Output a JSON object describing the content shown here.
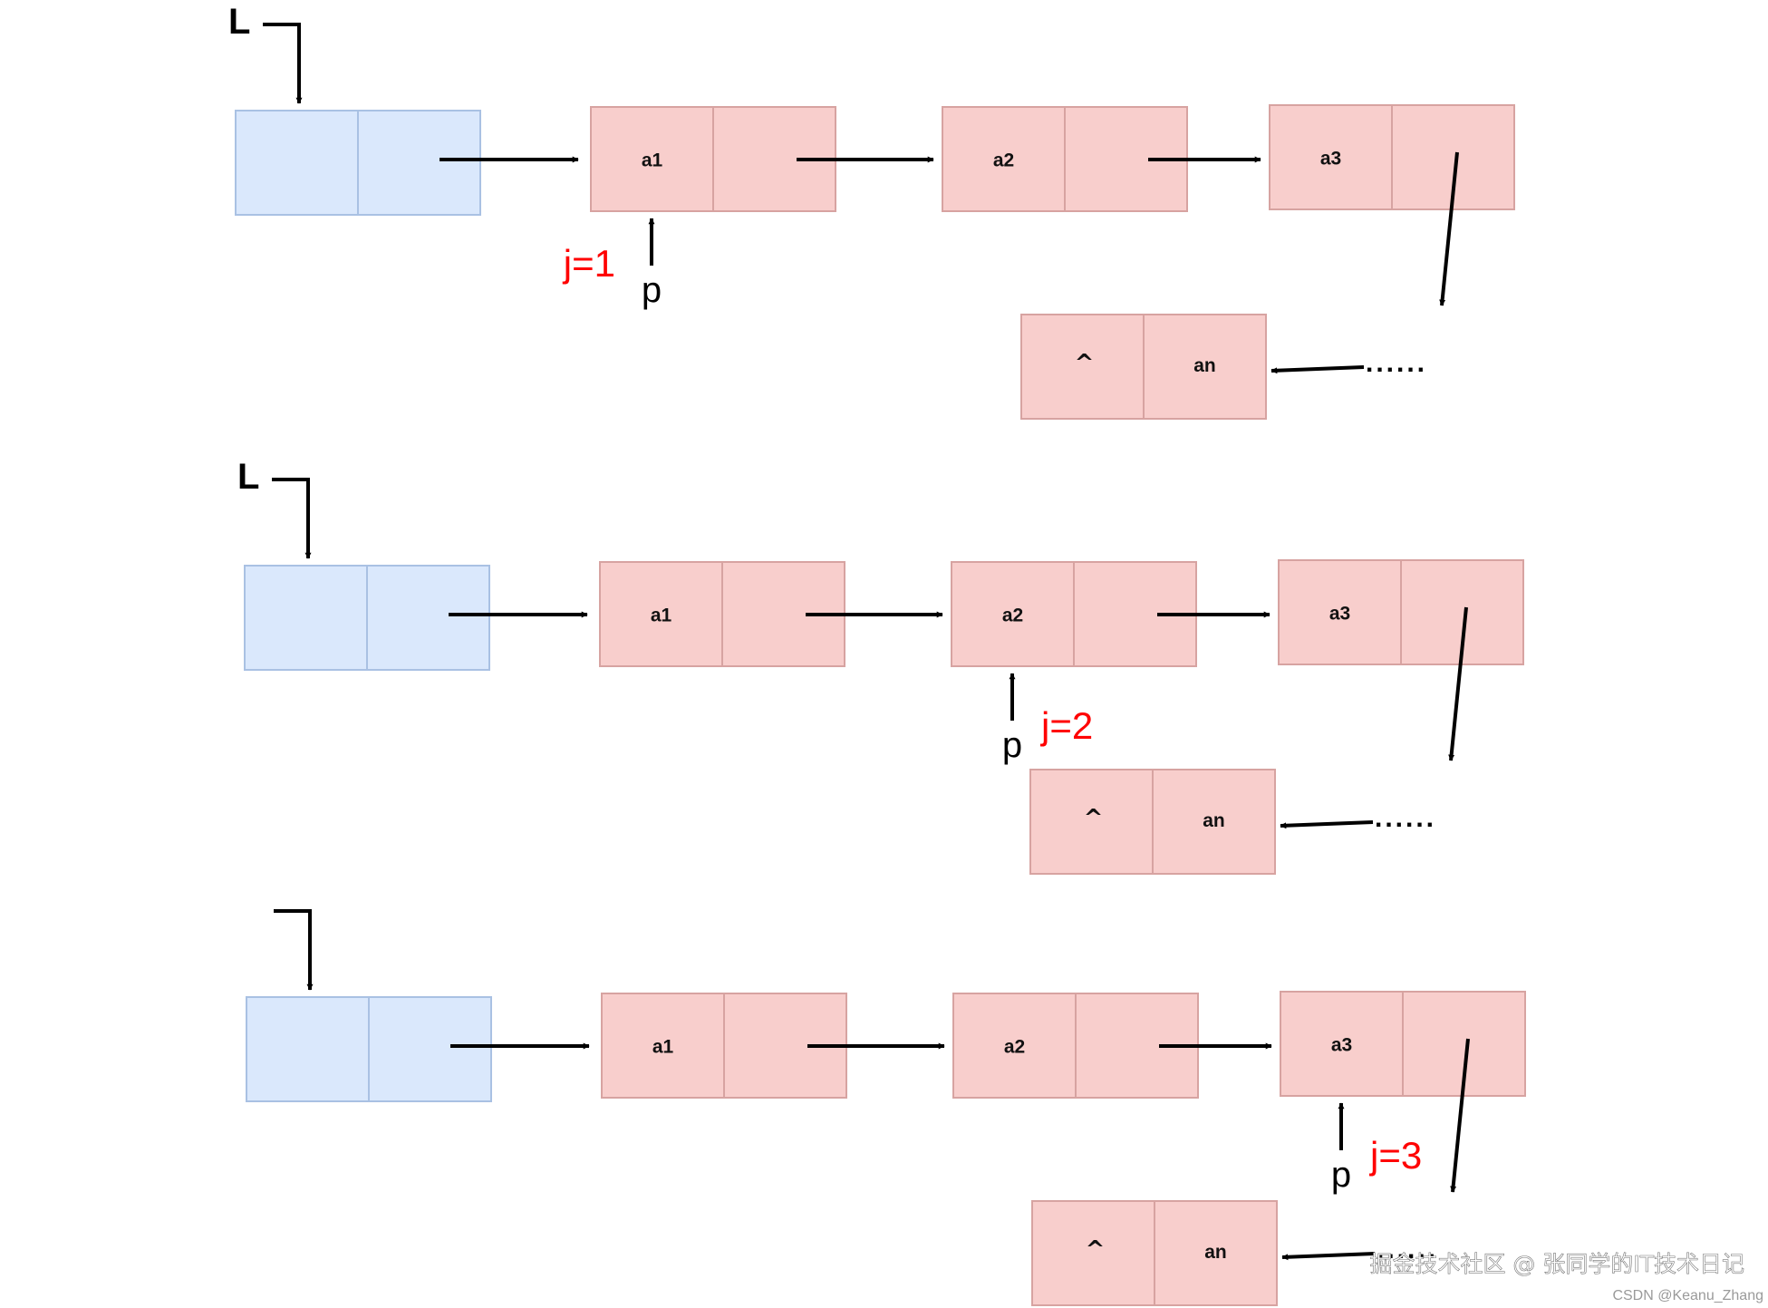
{
  "colors": {
    "head_fill": "#dae8fc",
    "head_stroke": "#a9c1e3",
    "node_fill": "#f8cecc",
    "node_stroke": "#d7a3a1",
    "arrow": "#000000",
    "accent_red": "#ff0000"
  },
  "panels": [
    {
      "head_label": "L",
      "nodes": [
        "a1",
        "a2",
        "a3"
      ],
      "tail_null": "^",
      "tail_data": "an",
      "dots": "......",
      "pointer_label": "p",
      "counter_label": "j=1",
      "pointer_at": 1
    },
    {
      "head_label": "L",
      "nodes": [
        "a1",
        "a2",
        "a3"
      ],
      "tail_null": "^",
      "tail_data": "an",
      "dots": "......",
      "pointer_label": "p",
      "counter_label": "j=2",
      "pointer_at": 2
    },
    {
      "head_label": "",
      "nodes": [
        "a1",
        "a2",
        "a3"
      ],
      "tail_null": "^",
      "tail_data": "an",
      "dots": "......",
      "pointer_label": "p",
      "counter_label": "j=3",
      "pointer_at": 3
    }
  ],
  "watermark": {
    "main": "掘金技术社区 @ 张同学的IT技术日记",
    "sub": "CSDN @Keanu_Zhang"
  }
}
